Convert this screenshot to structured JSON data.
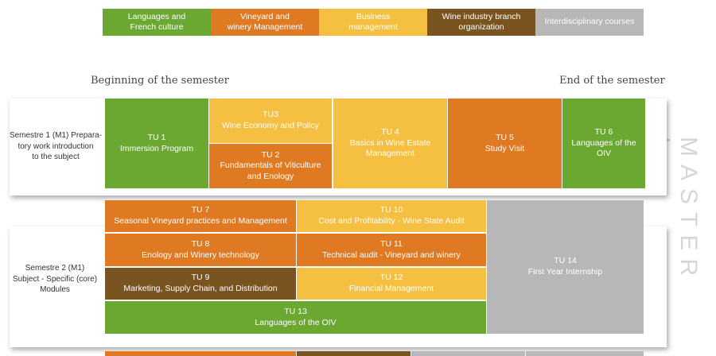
{
  "legend": [
    {
      "label": "Languages and\nFrench culture",
      "color": "#6aa832"
    },
    {
      "label": "Vineyard and\nwinery Management",
      "color": "#e07a22"
    },
    {
      "label": "Business\nmanagement",
      "color": "#f5c042"
    },
    {
      "label": "Wine industry branch\norganization",
      "color": "#7a5420"
    },
    {
      "label": "Interdisciplinary courses",
      "color": "#b7b7b7"
    }
  ],
  "timeline": {
    "start": "Beginning of the semester",
    "end": "End of the semester"
  },
  "master_label": "MASTER I",
  "semester1": {
    "label": "Semestre 1 (M1) Prepara-\ntory work introduction\nto the subject",
    "units": [
      {
        "code": "TU 1",
        "title": "Immersion Program"
      },
      {
        "code": "TU3",
        "title": "Wine Economy and Policy"
      },
      {
        "code": "TU 2",
        "title": "Fundamentals of  Viticulture\nand Enology"
      },
      {
        "code": "TU 4",
        "title": "Basics in Wine Estate\nManagement"
      },
      {
        "code": "TU 5",
        "title": "Study Visit"
      },
      {
        "code": "TU 6",
        "title": "Languages of the\nOIV"
      }
    ]
  },
  "semester2": {
    "label": "Semestre 2 (M1)\nSubject - Specific (core)\nModules",
    "units": [
      {
        "code": "TU 7",
        "title": "Seasonal Vineyard practices and Management"
      },
      {
        "code": "TU 10",
        "title": "Cost and Profitability - Wine State Audit"
      },
      {
        "code": "TU 8",
        "title": "Enology and Winery technology"
      },
      {
        "code": "TU 11",
        "title": "Technical audit - Vineyard and winery"
      },
      {
        "code": "TU 9",
        "title": "Marketing, Supply Chain, and Distribution"
      },
      {
        "code": "TU 12",
        "title": "Financial Management"
      },
      {
        "code": "TU 13",
        "title": "Languages of the OIV"
      },
      {
        "code": "TU 14",
        "title": "First Year Internship"
      }
    ]
  }
}
